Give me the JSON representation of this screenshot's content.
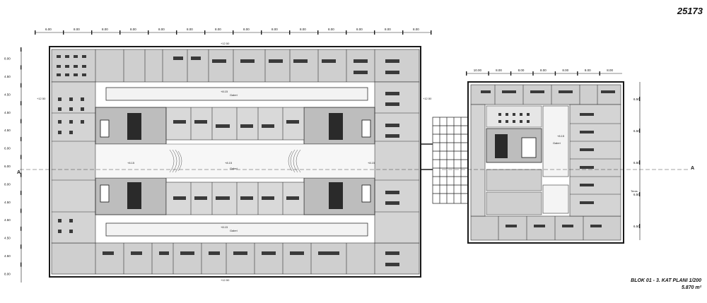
{
  "sheet_number": "25173",
  "plan_title": "BLOK 01 - 3. KAT PLANI  1/200",
  "plan_area": "5.870 m²",
  "colors": {
    "line": "#1a1a1a",
    "room_fill": "#c9c9c9",
    "corridor_fill": "#efefef",
    "paper": "#ffffff"
  },
  "section_marks": [
    "A",
    "A"
  ],
  "grid_dims_top_left": [
    "6.00",
    "8.00",
    "8.00",
    "8.00",
    "8.00",
    "8.00",
    "8.00",
    "8.00",
    "8.00",
    "8.00",
    "8.00",
    "8.00",
    "8.00",
    "8.00"
  ],
  "grid_dims_left": [
    "8.00",
    "4.50",
    "4.50",
    "4.50",
    "4.50",
    "6.00",
    "6.00",
    "8.00",
    "4.50",
    "4.50",
    "4.50",
    "4.50",
    "8.00"
  ],
  "grid_dims_top_right": [
    "10.00",
    "8.00",
    "8.00",
    "8.00",
    "8.00",
    "8.00",
    "8.00"
  ],
  "grid_dims_right": [
    "6.50",
    "6.50",
    "6.50",
    "6.50",
    "6.50"
  ],
  "level_labels": {
    "top_edge": "+12.50",
    "main_gallery_top": "+8.15",
    "main_gallery_bottom": "+8.15",
    "hall_center": "+8.15",
    "hall_left": "+8.15",
    "hall_right": "+8.15",
    "left_side": "+12.50",
    "right_side": "+12.50",
    "bottom_edge": "+12.50",
    "right_block": "+8.15"
  },
  "room_labels": {
    "gallery_top": "Galeri",
    "gallery_bottom": "Galeri",
    "hall": "Galeri",
    "right_gallery": "Galeri",
    "teras": "Teras"
  }
}
